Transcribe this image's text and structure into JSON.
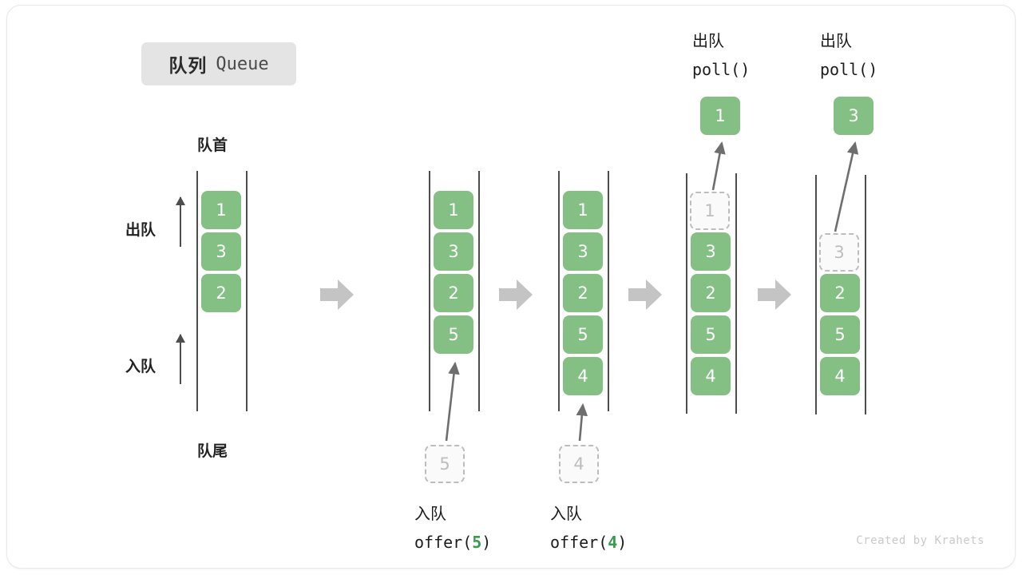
{
  "title": {
    "cn": "队列",
    "en": "Queue"
  },
  "labels": {
    "head": "队首",
    "tail": "队尾",
    "dequeue": "出队",
    "enqueue": "入队"
  },
  "watermark": "Created by Krahets",
  "colors": {
    "element": "#84bf84",
    "ghost_border": "#bdbdbd",
    "accent": "#3a9a4e",
    "rail": "#4d4d4d",
    "arrow": "#c4c4c4",
    "badge_bg": "#e4e4e4"
  },
  "stages": [
    {
      "id": "initial",
      "cells": [
        "1",
        "3",
        "2"
      ],
      "ghost": null,
      "operation": null,
      "result": null
    },
    {
      "id": "after-offer-5",
      "cells": [
        "1",
        "3",
        "2",
        "5"
      ],
      "ghost": {
        "value": "5",
        "position": "below"
      },
      "operation": {
        "cn": "入队",
        "fn": "offer(",
        "arg": "5",
        "fn_close": ")"
      },
      "result": null
    },
    {
      "id": "after-offer-4",
      "cells": [
        "1",
        "3",
        "2",
        "5",
        "4"
      ],
      "ghost": {
        "value": "4",
        "position": "below"
      },
      "operation": {
        "cn": "入队",
        "fn": "offer(",
        "arg": "4",
        "fn_close": ")"
      },
      "result": null
    },
    {
      "id": "after-poll-1",
      "cells": [
        "3",
        "2",
        "5",
        "4"
      ],
      "ghost": {
        "value": "1",
        "position": "top-slot-0"
      },
      "operation": {
        "cn": "出队",
        "fn": "poll()",
        "arg": "",
        "fn_close": ""
      },
      "result": "1"
    },
    {
      "id": "after-poll-3",
      "cells": [
        "2",
        "5",
        "4"
      ],
      "ghost": {
        "value": "3",
        "position": "top-slot-1"
      },
      "operation": {
        "cn": "出队",
        "fn": "poll()",
        "arg": "",
        "fn_close": ""
      },
      "result": "3"
    }
  ],
  "step_arrows": 4
}
